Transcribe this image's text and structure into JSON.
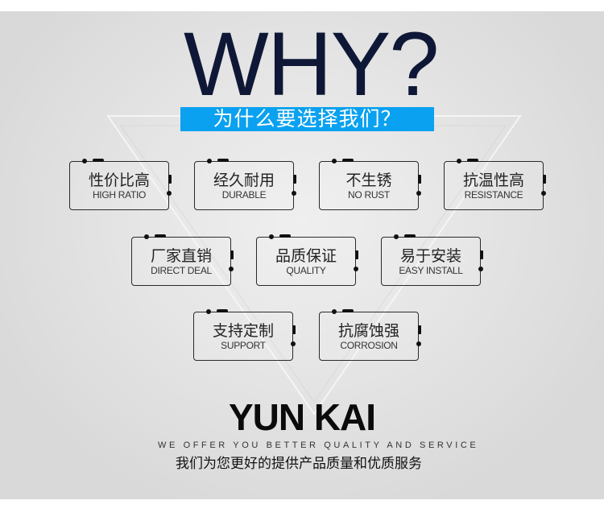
{
  "header": {
    "title": "WHY?",
    "subtitle": "为什么要选择我们？",
    "accent_color": "#0aa1f0",
    "title_color": "#0e1836"
  },
  "features": [
    {
      "cn": "性价比高",
      "en": "HIGH RATIO"
    },
    {
      "cn": "经久耐用",
      "en": "DURABLE"
    },
    {
      "cn": "不生锈",
      "en": "NO RUST"
    },
    {
      "cn": "抗温性高",
      "en": "RESISTANCE"
    },
    {
      "cn": "厂家直销",
      "en": "DIRECT DEAL"
    },
    {
      "cn": "品质保证",
      "en": "QUALITY"
    },
    {
      "cn": "易于安装",
      "en": "EASY INSTALL"
    },
    {
      "cn": "支持定制",
      "en": "SUPPORT"
    },
    {
      "cn": "抗腐蚀强",
      "en": "CORROSION"
    }
  ],
  "footer": {
    "brand": "YUN KAI",
    "tagline": "WE OFFER YOU BETTER QUALITY AND SERVICE",
    "subtitle": "我们为您更好的提供产品质量和优质服务"
  }
}
